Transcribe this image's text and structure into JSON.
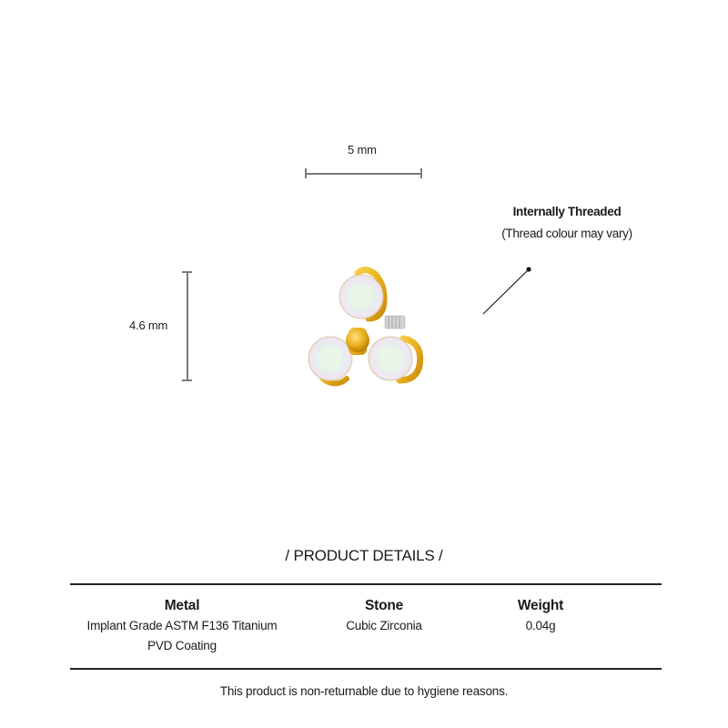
{
  "dimensions": {
    "width_label": "5 mm",
    "height_label": "4.6 mm"
  },
  "callout": {
    "title": "Internally Threaded",
    "subtitle": "(Thread colour may vary)"
  },
  "product_image": {
    "description": "Gold trinity cluster stud with three aurora borealis cubic zirconia stones and a gold bead centre",
    "colors": {
      "gold": "#e8b21f",
      "gold_dark": "#c98f0c",
      "stone": "#eef4ee",
      "thread": "#cfcfcf"
    }
  },
  "details": {
    "section_title": "/ PRODUCT DETAILS /",
    "columns": [
      {
        "heading": "Metal",
        "lines": [
          "Implant Grade ASTM F136 Titanium",
          "PVD Coating"
        ]
      },
      {
        "heading": "Stone",
        "lines": [
          "Cubic Zirconia"
        ]
      },
      {
        "heading": "Weight",
        "lines": [
          "0.04g"
        ]
      }
    ]
  },
  "footer": {
    "note": "This product is non-returnable due to hygiene reasons."
  }
}
